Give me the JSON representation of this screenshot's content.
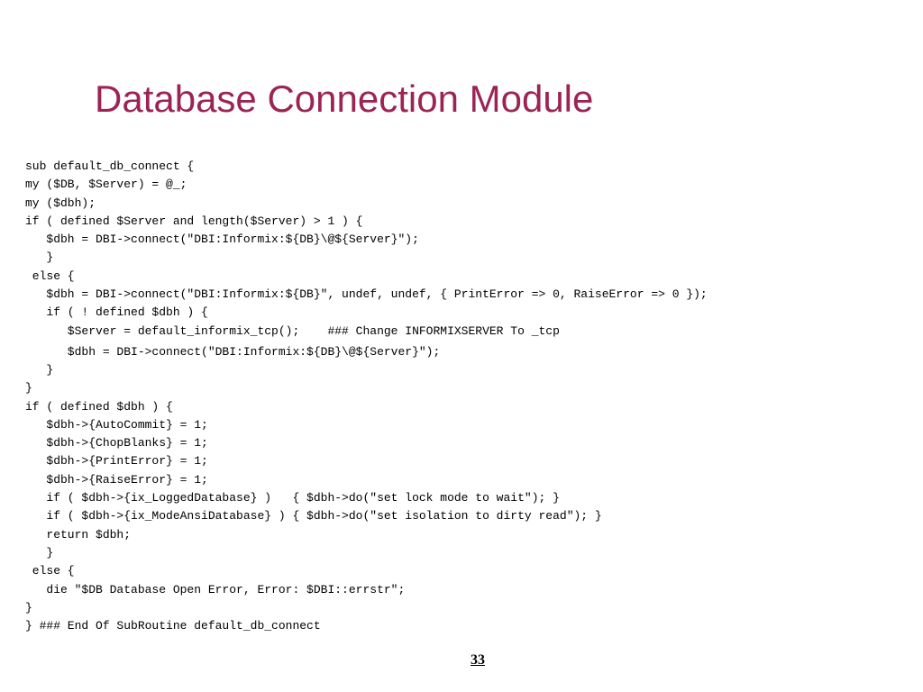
{
  "slide": {
    "title": "Database Connection Module",
    "page_number": "33"
  },
  "code_lines": [
    "sub default_db_connect {",
    "my ($DB, $Server) = @_;",
    "my ($dbh);",
    "if ( defined $Server and length($Server) > 1 ) {",
    "   $dbh = DBI->connect(\"DBI:Informix:${DB}\\@${Server}\");",
    "   }",
    " else {",
    "   $dbh = DBI->connect(\"DBI:Informix:${DB}\", undef, undef, { PrintError => 0, RaiseError => 0 });",
    "   if ( ! defined $dbh ) {",
    "      $Server = default_informix_tcp();    ### Change INFORMIXSERVER To _tcp",
    "      $dbh = DBI->connect(\"DBI:Informix:${DB}\\@${Server}\");",
    "   }",
    "}",
    "if ( defined $dbh ) {",
    "   $dbh->{AutoCommit} = 1;",
    "   $dbh->{ChopBlanks} = 1;",
    "   $dbh->{PrintError} = 1;",
    "   $dbh->{RaiseError} = 1;",
    "   if ( $dbh->{ix_LoggedDatabase} )   { $dbh->do(\"set lock mode to wait\"); }",
    "   if ( $dbh->{ix_ModeAnsiDatabase} ) { $dbh->do(\"set isolation to dirty read\"); }",
    "   return $dbh;",
    "   }",
    " else {",
    "   die \"$DB Database Open Error, Error: $DBI::errstr\";",
    "}",
    "} ### End Of SubRoutine default_db_connect"
  ]
}
